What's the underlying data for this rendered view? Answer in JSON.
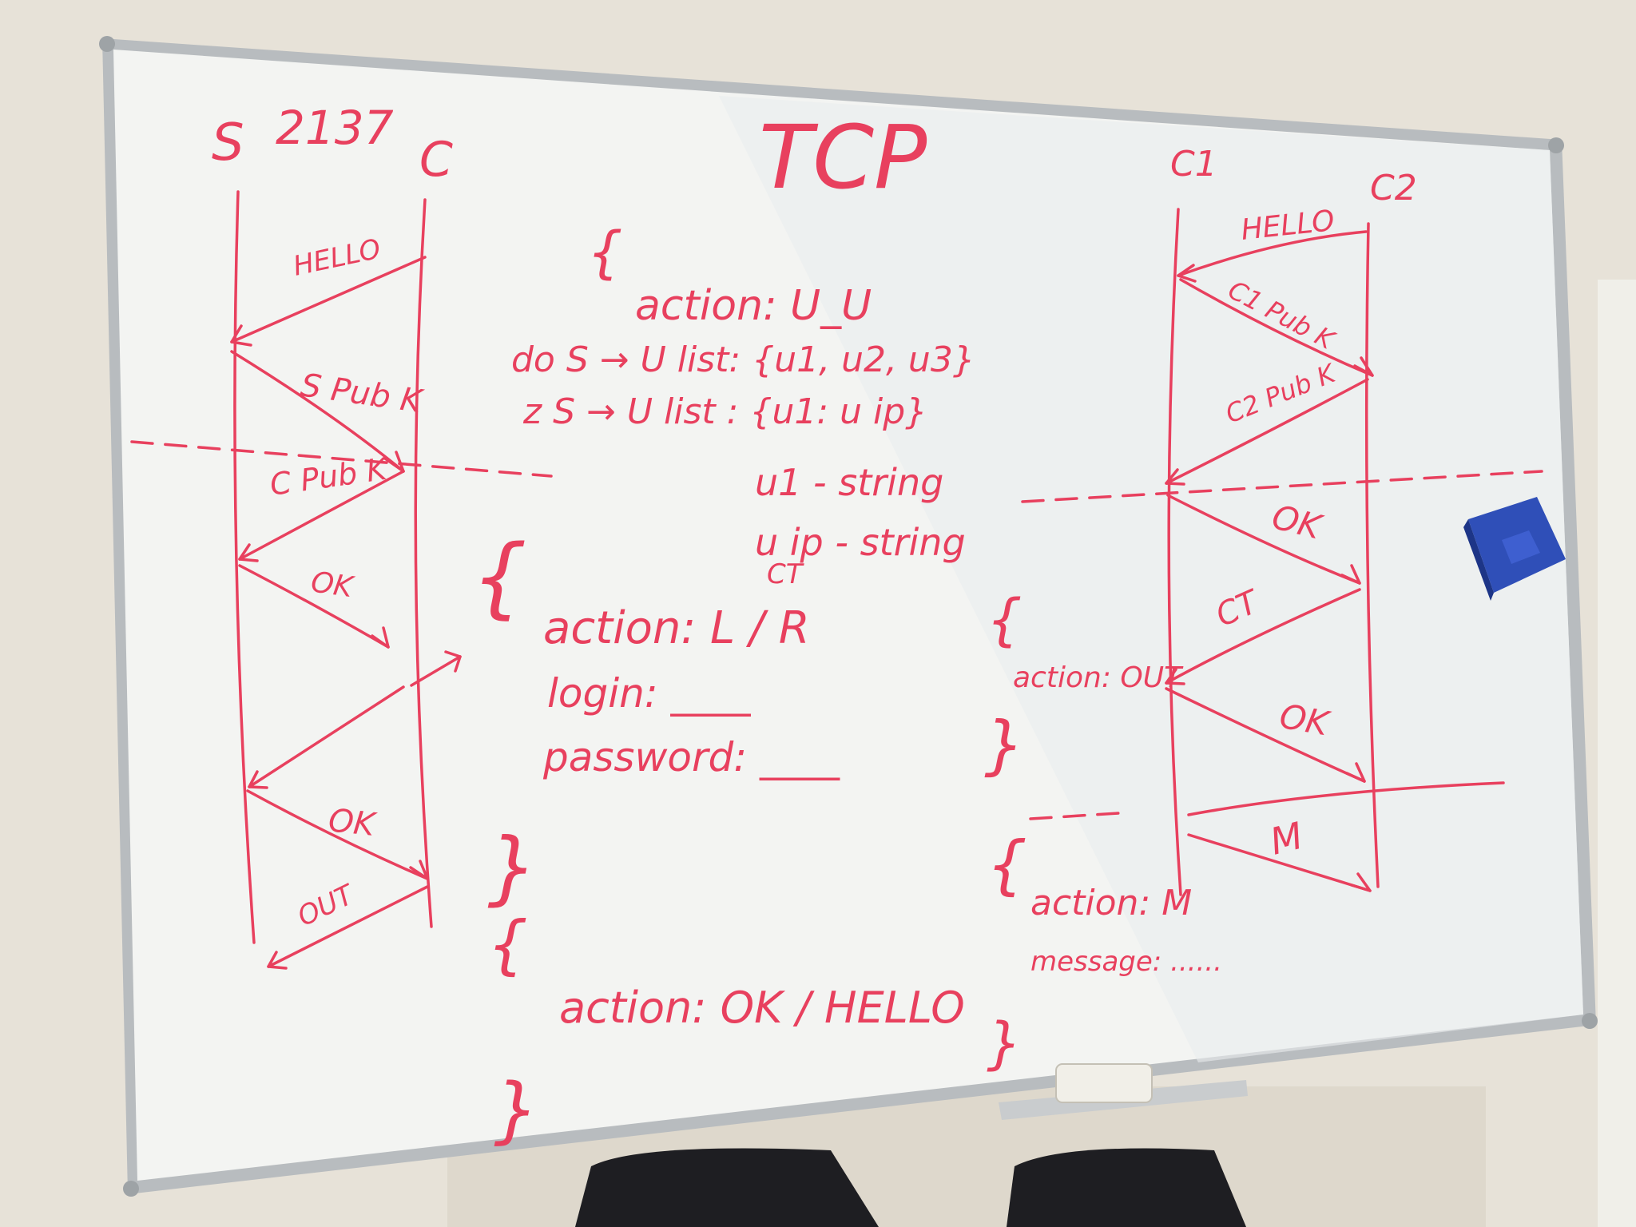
{
  "board": {
    "title": "TCP",
    "left_diagram": {
      "server_label": "S",
      "number_label": "2137",
      "client_label": "C",
      "messages": [
        "HELLO",
        "S Pub K",
        "C Pub K",
        "OK",
        "OK",
        "OUT"
      ]
    },
    "right_diagram": {
      "client1_label": "C1",
      "client2_label": "C2",
      "messages": [
        "HELLO",
        "C1 Pub K",
        "C2 Pub K",
        "OK",
        "CT",
        "OK",
        "M"
      ]
    },
    "center_block": {
      "line1": "action: U_U",
      "line2": "do S → U list: {u1, u2, u3}",
      "line3": "z S → U list : {u1: u ip}",
      "line4": "u1 - string",
      "line5": "u ip - string",
      "ct_label": "CT",
      "line6": "action: L / R",
      "line7": "login: ____",
      "line8": "password: ____",
      "line9": "action: OK / HELLO"
    },
    "right_block": {
      "line1": "action: OUT",
      "line2": "action: M",
      "line3": "message: ......"
    }
  },
  "colors": {
    "marker": "#e8405e",
    "board": "#f3f4f2",
    "frame": "#b8bcbf",
    "wall": "#e7e2d8",
    "eraser": "#2f4fb8"
  },
  "icons": {
    "eraser": "eraser-icon",
    "marker_tray": "marker-tray"
  }
}
